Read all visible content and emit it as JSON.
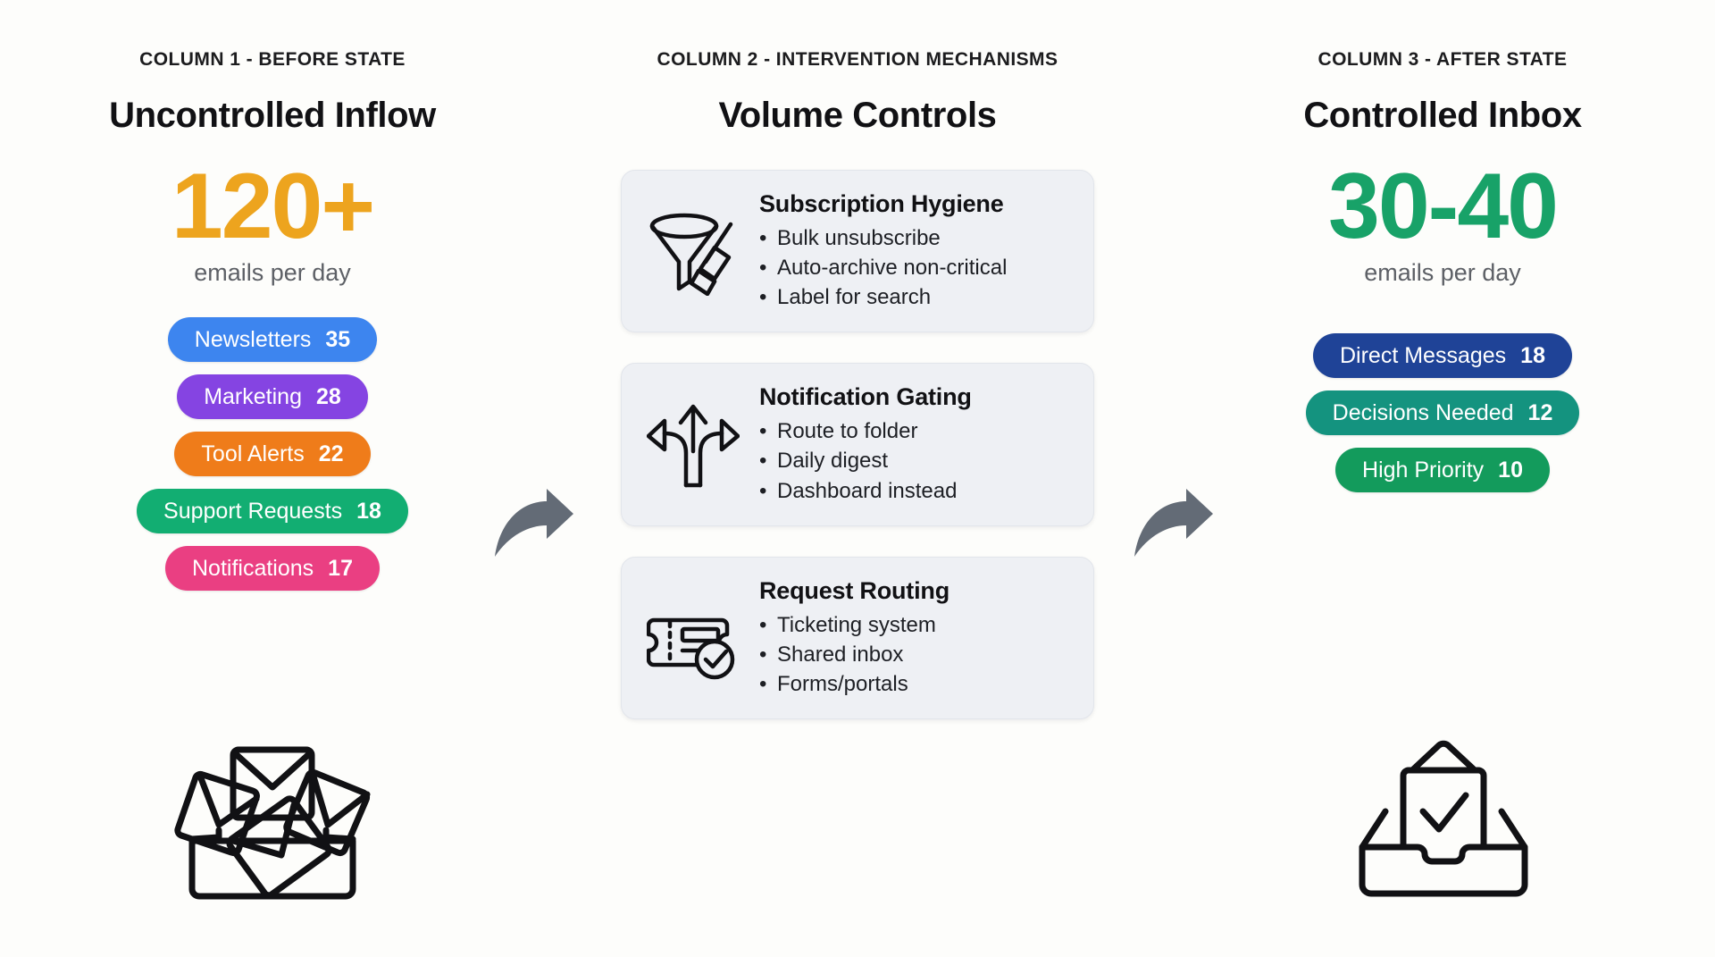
{
  "colors": {
    "background": "#fdfdfb",
    "before_accent": "#eda41e",
    "after_accent": "#18a268",
    "card_bg": "#eef0f4",
    "card_border": "#e2e5eb",
    "arrow": "#636b76",
    "ink": "#111114",
    "muted": "#5d6066"
  },
  "columns": [
    {
      "kicker": "COLUMN 1 - BEFORE STATE",
      "title": "Uncontrolled Inflow",
      "stat": {
        "value": "120+",
        "caption": "emails per day"
      },
      "pills": [
        {
          "label": "Newsletters",
          "value": "35",
          "color": "#3d85ef"
        },
        {
          "label": "Marketing",
          "value": "28",
          "color": "#8544e2"
        },
        {
          "label": "Tool Alerts",
          "value": "22",
          "color": "#ef7c1a"
        },
        {
          "label": "Support Requests",
          "value": "18",
          "color": "#12ae72"
        },
        {
          "label": "Notifications",
          "value": "17",
          "color": "#ea3f82"
        }
      ],
      "illustration": "overflowing-inbox-icon"
    },
    {
      "kicker": "COLUMN 2 - INTERVENTION MECHANISMS",
      "title": "Volume Controls",
      "cards": [
        {
          "icon": "funnel-broom-icon",
          "title": "Subscription Hygiene",
          "items": [
            "Bulk unsubscribe",
            "Auto-archive non-critical",
            "Label for search"
          ]
        },
        {
          "icon": "three-way-arrow-icon",
          "title": "Notification Gating",
          "items": [
            "Route to folder",
            "Daily digest",
            "Dashboard instead"
          ]
        },
        {
          "icon": "ticket-check-icon",
          "title": "Request Routing",
          "items": [
            "Ticketing system",
            "Shared inbox",
            "Forms/portals"
          ]
        }
      ]
    },
    {
      "kicker": "COLUMN 3 - AFTER STATE",
      "title": "Controlled Inbox",
      "stat": {
        "value": "30-40",
        "caption": "emails per day"
      },
      "pills": [
        {
          "label": "Direct Messages",
          "value": "18",
          "color": "#1f4397"
        },
        {
          "label": "Decisions Needed",
          "value": "12",
          "color": "#14937f"
        },
        {
          "label": "High Priority",
          "value": "10",
          "color": "#139b5c"
        }
      ],
      "illustration": "tidy-inbox-check-icon"
    }
  ],
  "connectors": [
    {
      "name": "arrow-before-to-controls",
      "glyph": "curved-forward-arrow"
    },
    {
      "name": "arrow-controls-to-after",
      "glyph": "curved-forward-arrow"
    }
  ]
}
